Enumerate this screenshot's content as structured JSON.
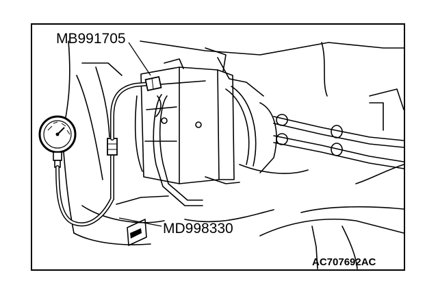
{
  "labels": {
    "tool_top": "MB991705",
    "tool_bottom": "MD998330",
    "figure_id": "AC707692AC"
  },
  "colors": {
    "line": "#000000",
    "background": "#ffffff"
  }
}
